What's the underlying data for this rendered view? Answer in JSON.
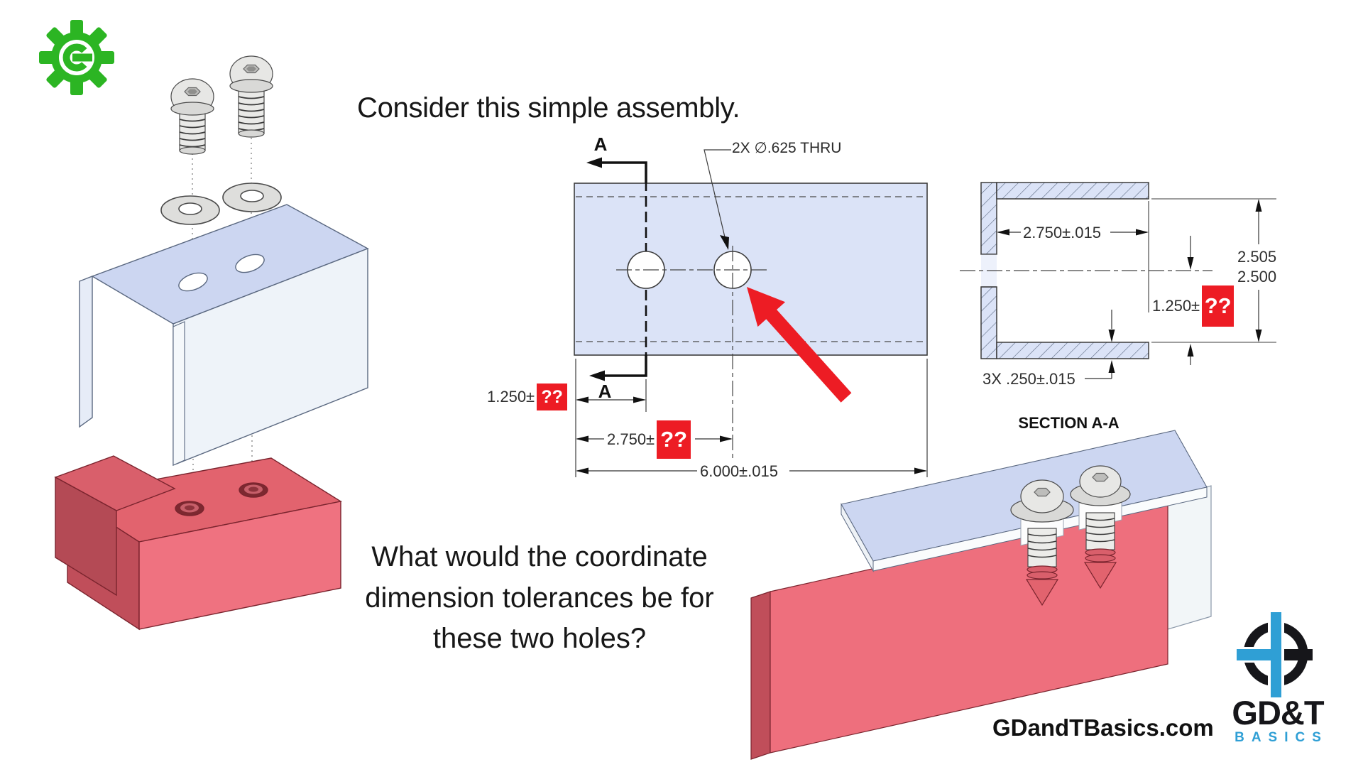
{
  "colors": {
    "accent_red": "#ED1C24",
    "logo_green": "#2CB523",
    "logo_blue": "#2F9FD5",
    "plate_fill": "#DBE3F7",
    "block_red": "#EE6F7D"
  },
  "header": {
    "title": "Consider this simple assembly."
  },
  "question": {
    "line1": "What would the coordinate",
    "line2": "dimension tolerances be for",
    "line3": "these two holes?"
  },
  "top_view": {
    "section_arrow_top_label": "A",
    "section_arrow_bottom_label": "A",
    "hole_callout": "2X ∅.625 THRU",
    "dim_vertical_prefix": "1.250±",
    "dim_vertical_unknown": "??",
    "dim_hole_spacing_prefix": "2.750±",
    "dim_hole_spacing_unknown": "??",
    "dim_overall": "6.000±.015"
  },
  "section_view": {
    "caption": "SECTION A-A",
    "dim_depth": "2.750±.015",
    "dim_height_max": "2.505",
    "dim_height_min": "2.500",
    "dim_hole_height_prefix": "1.250±",
    "dim_hole_height_unknown": "??",
    "dim_wall_thickness": "3X .250±.015"
  },
  "footer": {
    "website": "GDandTBasics.com",
    "logo_title": "GD&T",
    "logo_subtitle": "BASICS"
  }
}
